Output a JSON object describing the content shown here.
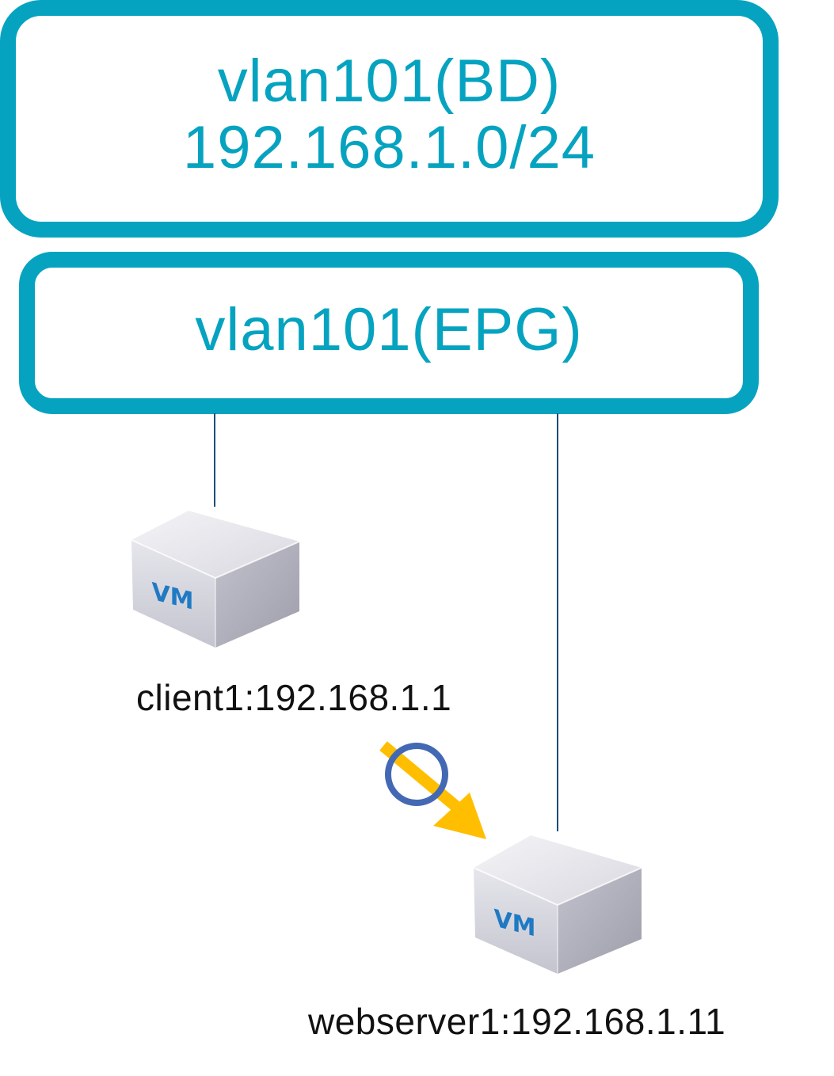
{
  "bridge_domain": {
    "name": "vlan101(BD)",
    "subnet": "192.168.1.0/24"
  },
  "epg": {
    "name": "vlan101(EPG)"
  },
  "nodes": [
    {
      "badge": "VM",
      "label": "client1:192.168.1.1"
    },
    {
      "badge": "VM",
      "label": "webserver1:192.168.1.11"
    }
  ],
  "traffic": {
    "from": "client1",
    "to": "webserver1",
    "status": "allowed",
    "arrow_color": "#ffbe00",
    "status_mark_color": "#4469b4"
  },
  "colors": {
    "accent": "#06a3c0",
    "link_line": "#1d4e79",
    "vm_badge_text": "#1f7ac4"
  }
}
